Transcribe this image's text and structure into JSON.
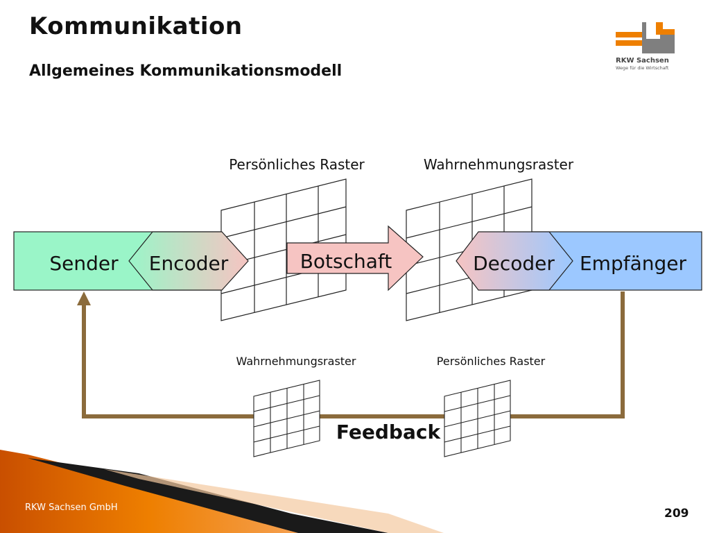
{
  "header": {
    "title": "Kommunikation",
    "subtitle": "Allgemeines Kommunikationsmodell"
  },
  "logo": {
    "name": "RKW Sachsen",
    "claim": "Wege für die Wirtschaft",
    "colors": {
      "orange": "#ee7f00",
      "gray": "#808080"
    }
  },
  "diagram": {
    "nodes": {
      "sender": "Sender",
      "encoder": "Encoder",
      "message": "Botschaft",
      "decoder": "Decoder",
      "receiver": "Empfänger"
    },
    "grid_labels": {
      "top_left": "Persönliches Raster",
      "top_right": "Wahrnehmungsraster",
      "bottom_left": "Wahrnehmungsraster",
      "bottom_right": "Persönliches Raster"
    },
    "feedback": "Feedback",
    "colors": {
      "sender": "#9af5c8",
      "receiver": "#9cc8ff",
      "message": "#f6c4c2",
      "feedback": "#8b6b3c"
    }
  },
  "footer": {
    "company": "RKW Sachsen GmbH",
    "page": "209"
  }
}
